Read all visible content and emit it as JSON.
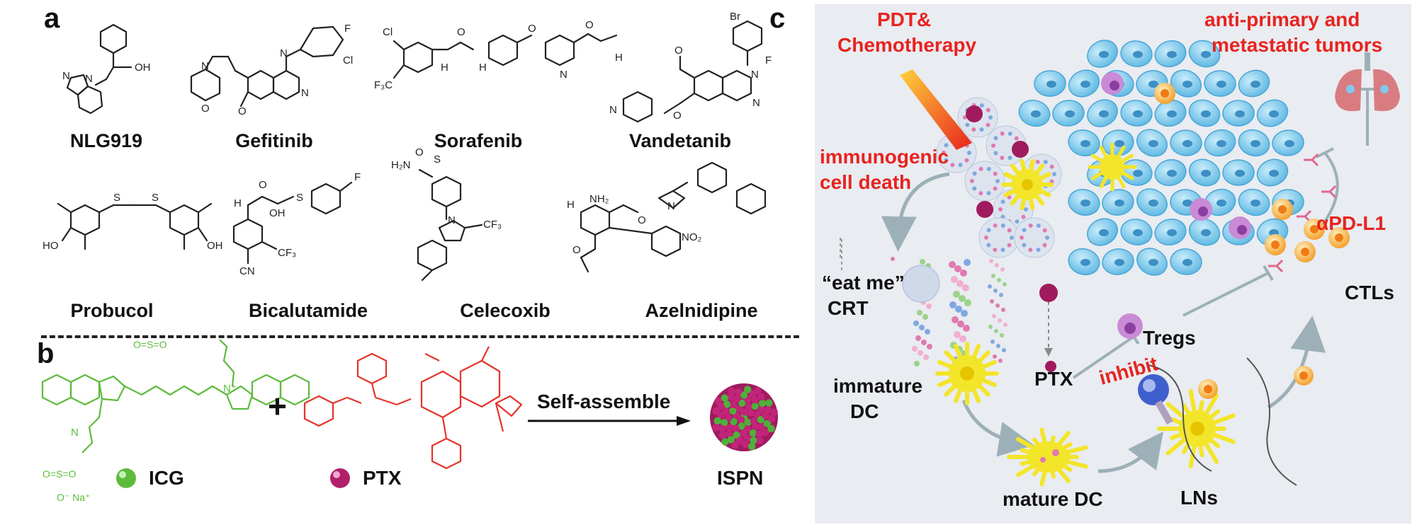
{
  "panel_a": {
    "letter": "a",
    "molecules": [
      {
        "name": "NLG919"
      },
      {
        "name": "Gefitinib"
      },
      {
        "name": "Sorafenib"
      },
      {
        "name": "Vandetanib"
      },
      {
        "name": "Probucol"
      },
      {
        "name": "Bicalutamide"
      },
      {
        "name": "Celecoxib"
      },
      {
        "name": "Azelnidipine"
      }
    ]
  },
  "panel_b": {
    "letter": "b",
    "plus": "+",
    "arrow_label": "Self-assemble",
    "icg_label": "ICG",
    "ptx_label": "PTX",
    "ispn_label": "ISPN",
    "colors": {
      "icg": "#5dbb3c",
      "ptx": "#e5332a",
      "ispn": "#b0206a"
    }
  },
  "panel_c": {
    "letter": "c",
    "labels": {
      "pdt": "PDT&",
      "chemo": "Chemotherapy",
      "anti1": "anti-primary and",
      "anti2": "metastatic tumors",
      "icd1": "immunogenic",
      "icd2": "cell death",
      "eatme": "“eat me”",
      "crt": "CRT",
      "immature1": "immature",
      "immature2": "DC",
      "ptx": "PTX",
      "inhibit": "inhibit",
      "tregs": "Tregs",
      "mature": "mature DC",
      "lns": "LNs",
      "ctls": "CTLs",
      "apdl1": "αPD-L1"
    },
    "colors": {
      "background": "#e9ecf1",
      "accent_red": "#e8231f",
      "tumor_cell": "#7fc9ec",
      "dc": "#f3e52a",
      "t_cell": "#f4a83a"
    }
  }
}
